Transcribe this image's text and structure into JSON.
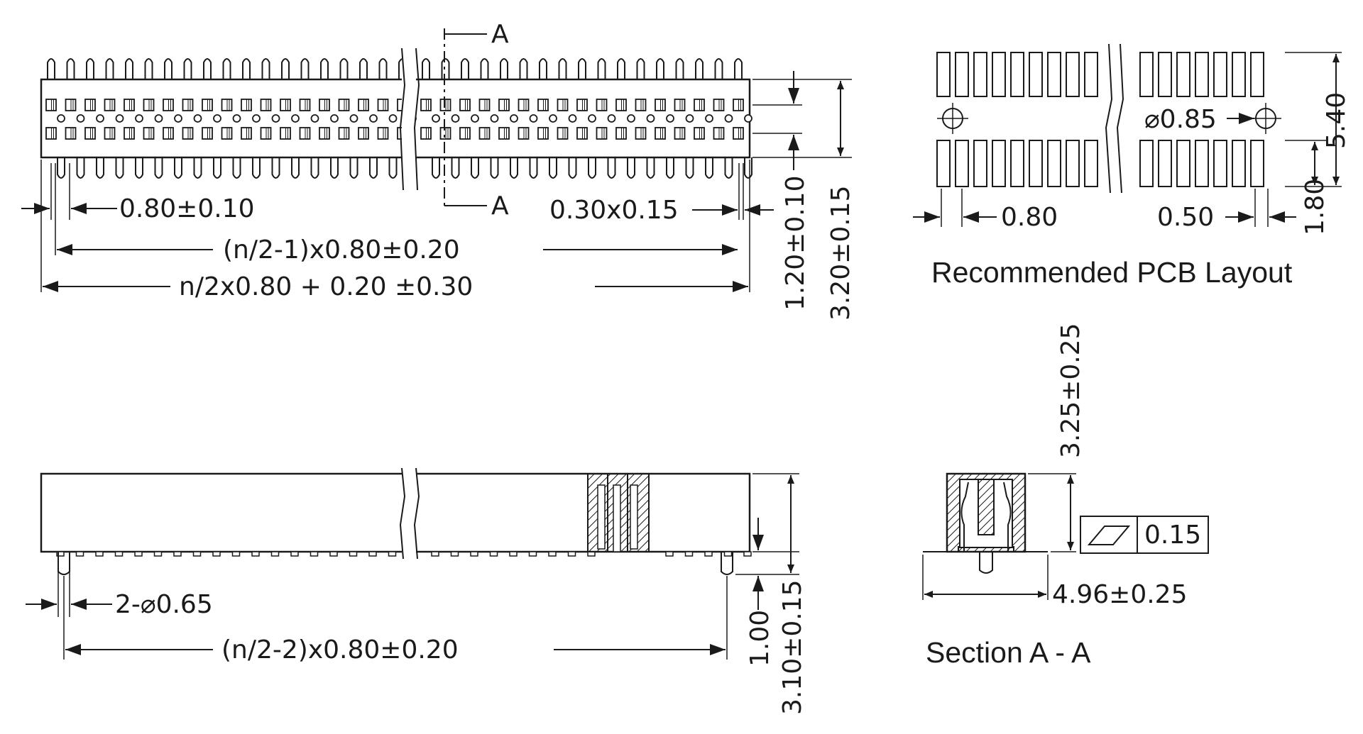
{
  "top_view": {
    "section_marker": "A",
    "pitch": "0.80±0.10",
    "pin_size": "0.30x0.15",
    "span_inner": "(n/2-1)x0.80±0.20",
    "span_overall": "n/2x0.80 + 0.20 ±0.30",
    "height_small": "1.20±0.10",
    "height_total": "3.20±0.15"
  },
  "pcb_layout": {
    "title": "Recommended PCB Layout",
    "hole": "⌀0.85",
    "pitch": "0.80",
    "pad_width": "0.50",
    "row_spacing": "5.40",
    "pad_offset": "1.80"
  },
  "side_view": {
    "posts": "2-⌀0.65",
    "post_span": "(n/2-2)x0.80±0.20",
    "post_height": "1.00",
    "total_height": "3.10±0.15"
  },
  "section_view": {
    "title": "Section A - A",
    "height": "3.25±0.25",
    "flatness": "0.15",
    "width": "4.96±0.25"
  },
  "colors": {
    "line": "#1a1a1a",
    "background": "#ffffff"
  }
}
